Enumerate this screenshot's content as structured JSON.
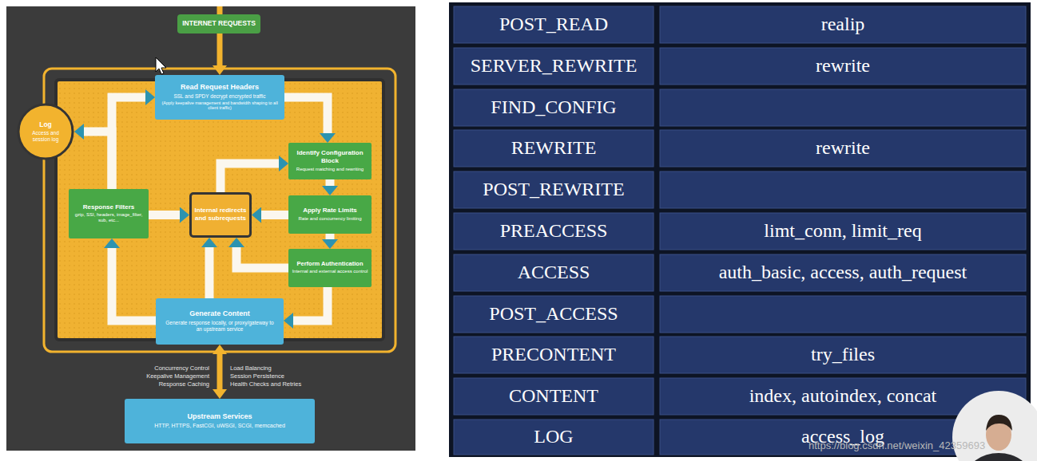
{
  "diagram": {
    "nodes": [
      {
        "text": [
          "INTERNET REQUESTS"
        ]
      },
      {
        "text": [
          "Read Request Headers",
          "SSL and SPDY decrypt encrypted traffic",
          "(Apply keepalive management and bandwidth shaping to all client traffic)"
        ]
      },
      {
        "text": [
          "Log",
          "Access and session log"
        ]
      },
      {
        "text": [
          "Identify Configuration Block",
          "Request matching and rewriting"
        ]
      },
      {
        "text": [
          "Apply Rate Limits",
          "Rate and concurrency limiting"
        ]
      },
      {
        "text": [
          "Internal redirects and subrequests"
        ]
      },
      {
        "text": [
          "Response Filters",
          "gzip, SSI, headers, image_filter, sub, etc..."
        ]
      },
      {
        "text": [
          "Perform Authentication",
          "Internal and external access control"
        ]
      },
      {
        "text": [
          "Generate Content",
          "Generate response locally, or proxy/gateway to an upstream service"
        ]
      },
      {
        "text": [
          "Upstream Services",
          "HTTP, HTTPS, FastCGI, uWSGI, SCGI, memcached"
        ]
      }
    ],
    "edges": [
      {
        "from": 0,
        "to": 1,
        "arrow": "to"
      },
      {
        "from": 1,
        "to": 3,
        "arrow": "to"
      },
      {
        "from": 3,
        "to": 4,
        "arrow": "to"
      },
      {
        "from": 4,
        "to": 7,
        "arrow": "to"
      },
      {
        "from": 7,
        "to": 8,
        "arrow": "to"
      },
      {
        "from": 8,
        "to": 6,
        "arrow": "to"
      },
      {
        "from": 6,
        "to": 1,
        "arrow": "to"
      },
      {
        "from": 6,
        "to": 2,
        "arrow": "to"
      },
      {
        "from": 6,
        "to": 5,
        "arrow": "to"
      },
      {
        "from": 4,
        "to": 5,
        "arrow": "to"
      },
      {
        "from": 7,
        "to": 5,
        "arrow": "to"
      },
      {
        "from": 8,
        "to": 5,
        "arrow": "to"
      },
      {
        "from": 5,
        "to": 3,
        "arrow": "to"
      },
      {
        "from": 8,
        "to": 9,
        "arrow": "both"
      }
    ],
    "labels": [
      "POST_READ",
      "realip",
      "SERVER_REWRITE",
      "rewrite",
      "FIND_CONFIG",
      "REWRITE",
      "rewrite",
      "POST_REWRITE",
      "PREACCESS",
      "limt_conn, limit_req",
      "ACCESS",
      "auth_basic, access, auth_request",
      "POST_ACCESS",
      "PRECONTENT",
      "try_files",
      "CONTENT",
      "index, autoindex, concat",
      "LOG",
      "access_log",
      "Concurrency Control",
      "Keepalive Management",
      "Response Caching",
      "Load Balancing",
      "Session Persistence",
      "Health Checks and Retries",
      "https://blog.csdn.net/weixin_42359693"
    ]
  }
}
